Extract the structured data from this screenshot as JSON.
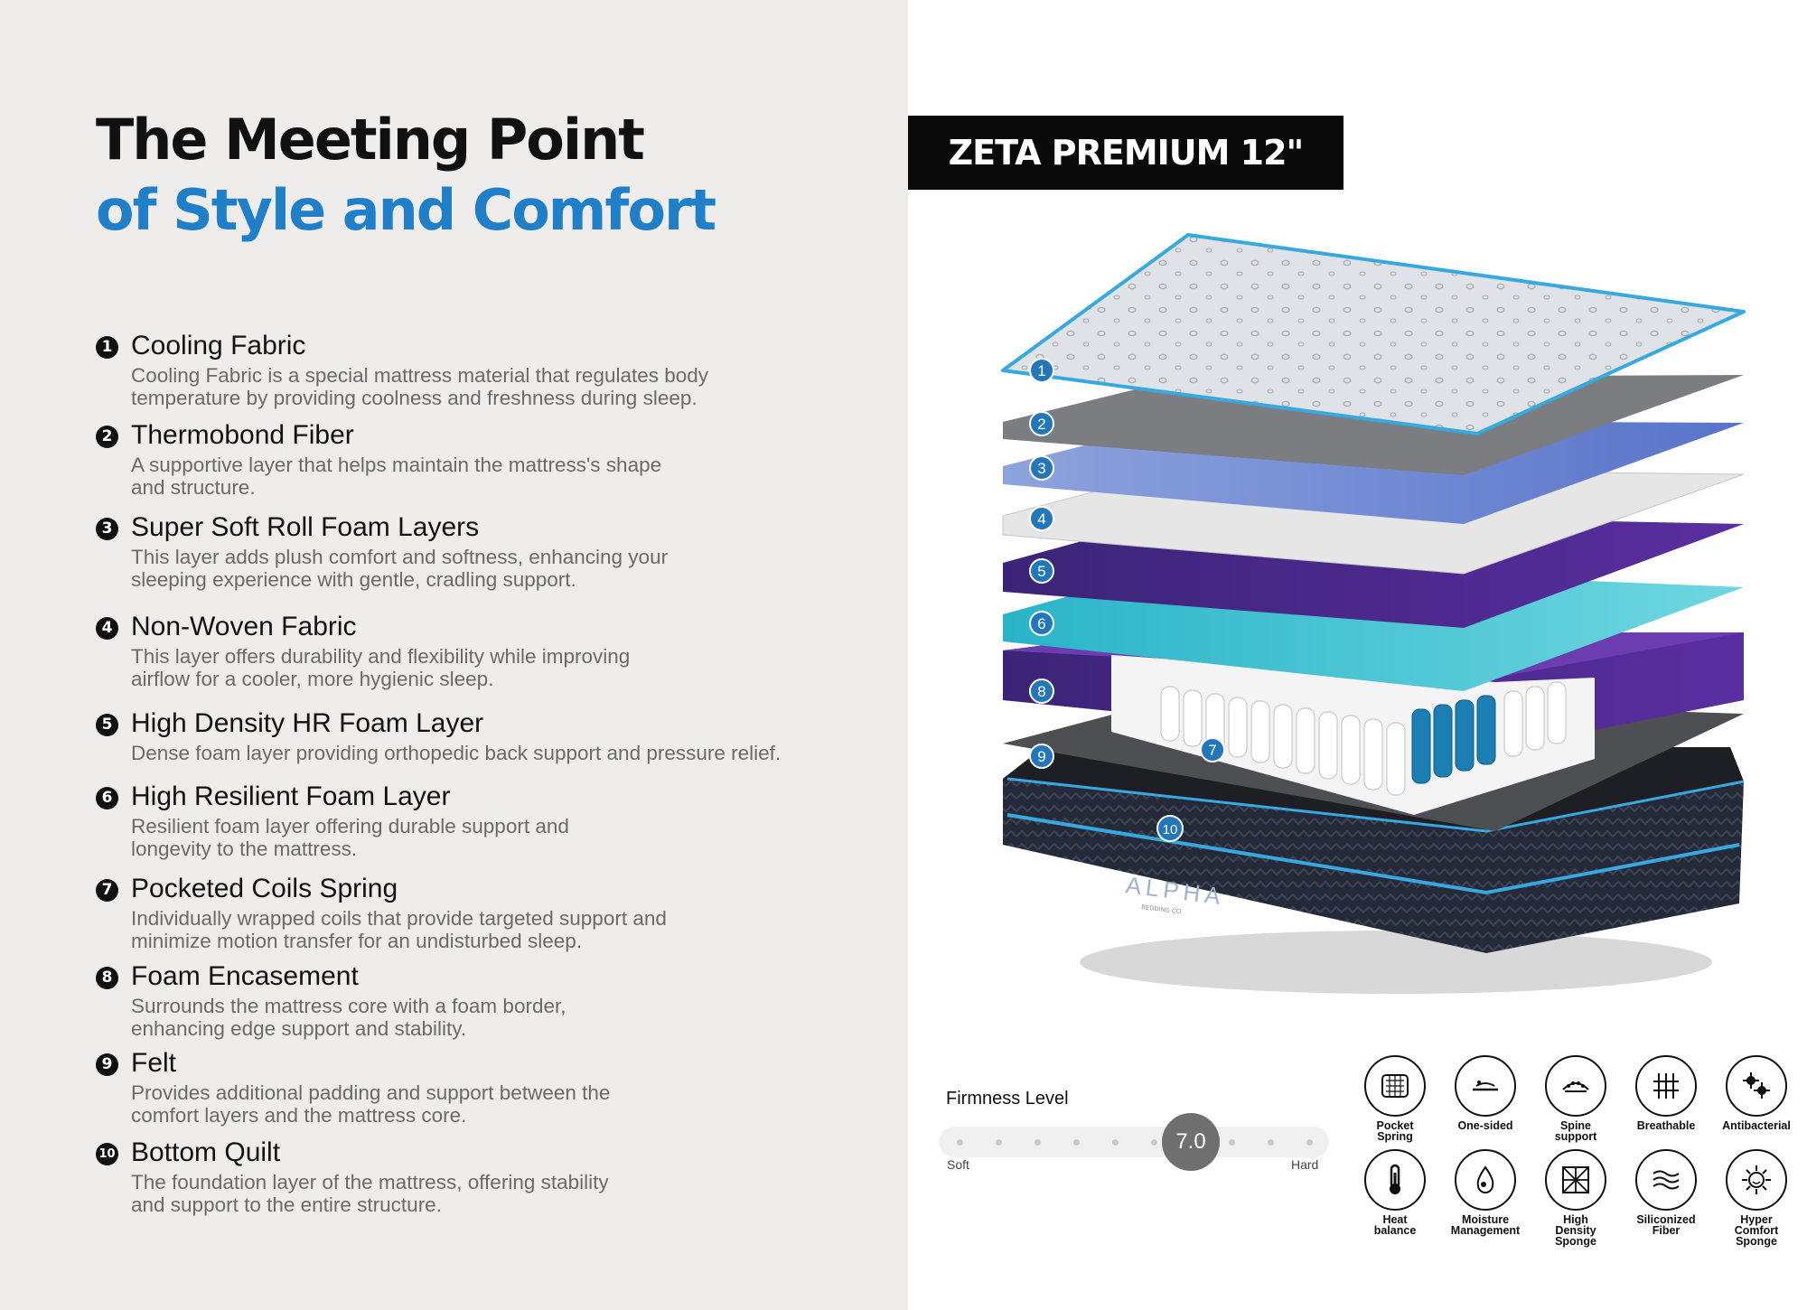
{
  "heading": {
    "line1": "The Meeting Point",
    "line2": "of Style and Comfort",
    "accent_color": "#1f7fc9"
  },
  "features": [
    {
      "num": "1",
      "name": "Cooling Fabric",
      "desc1": "Cooling Fabric is a special mattress material that regulates body",
      "desc2": "temperature by providing coolness and freshness during sleep."
    },
    {
      "num": "2",
      "name": "Thermobond Fiber",
      "desc1": "A supportive layer that helps maintain the mattress's shape",
      "desc2": "and structure."
    },
    {
      "num": "3",
      "name": "Super Soft Roll Foam Layers",
      "desc1": "This layer adds plush comfort and softness, enhancing your",
      "desc2": "sleeping experience with gentle, cradling support."
    },
    {
      "num": "4",
      "name": "Non-Woven Fabric",
      "desc1": "This layer offers durability and flexibility while improving",
      "desc2": "airflow for a cooler, more hygienic sleep."
    },
    {
      "num": "5",
      "name": "High Density HR Foam Layer",
      "desc1": "Dense foam layer providing orthopedic back support and pressure relief.",
      "desc2": ""
    },
    {
      "num": "6",
      "name": "High Resilient Foam Layer",
      "desc1": "Resilient foam layer offering durable support and",
      "desc2": "longevity to the mattress."
    },
    {
      "num": "7",
      "name": "Pocketed Coils Spring",
      "desc1": "Individually wrapped coils that provide targeted support and",
      "desc2": "minimize motion transfer for an undisturbed sleep."
    },
    {
      "num": "8",
      "name": "Foam Encasement",
      "desc1": "Surrounds the mattress core with a foam border,",
      "desc2": "enhancing edge support and stability."
    },
    {
      "num": "9",
      "name": "Felt",
      "desc1": "Provides additional padding and support between the",
      "desc2": "comfort layers and the mattress core."
    },
    {
      "num": "10",
      "name": "Bottom Quilt",
      "desc1": "The foundation layer of the mattress, offering stability",
      "desc2": "and support to the entire structure."
    }
  ],
  "product": {
    "name": "ZETA PREMIUM 12\"",
    "brand": "ALPHA",
    "brand_sub": "BEDDING CO",
    "layer_markers": [
      "1",
      "2",
      "3",
      "4",
      "5",
      "6",
      "7",
      "8",
      "9",
      "10"
    ]
  },
  "firmness": {
    "label": "Firmness Level",
    "value": "7.0",
    "value_numeric": 7.0,
    "scale_max": 10,
    "low_label": "Soft",
    "high_label": "Hard"
  },
  "icons": [
    {
      "name": "pocket-spring-icon",
      "label1": "Pocket",
      "label2": "Spring",
      "label3": ""
    },
    {
      "name": "one-sided-icon",
      "label1": "One-sided",
      "label2": "",
      "label3": ""
    },
    {
      "name": "spine-support-icon",
      "label1": "Spine",
      "label2": "support",
      "label3": ""
    },
    {
      "name": "breathable-icon",
      "label1": "Breathable",
      "label2": "",
      "label3": ""
    },
    {
      "name": "antibacterial-icon",
      "label1": "Antibacterial",
      "label2": "",
      "label3": ""
    },
    {
      "name": "heat-balance-icon",
      "label1": "Heat",
      "label2": "balance",
      "label3": ""
    },
    {
      "name": "moisture-management-icon",
      "label1": "Moisture",
      "label2": "Management",
      "label3": ""
    },
    {
      "name": "high-density-sponge-icon",
      "label1": "High",
      "label2": "Density",
      "label3": "Sponge"
    },
    {
      "name": "siliconized-fiber-icon",
      "label1": "Siliconized",
      "label2": "Fiber",
      "label3": ""
    },
    {
      "name": "hyper-comfort-sponge-icon",
      "label1": "Hyper",
      "label2": "Comfort",
      "label3": "Sponge"
    }
  ]
}
